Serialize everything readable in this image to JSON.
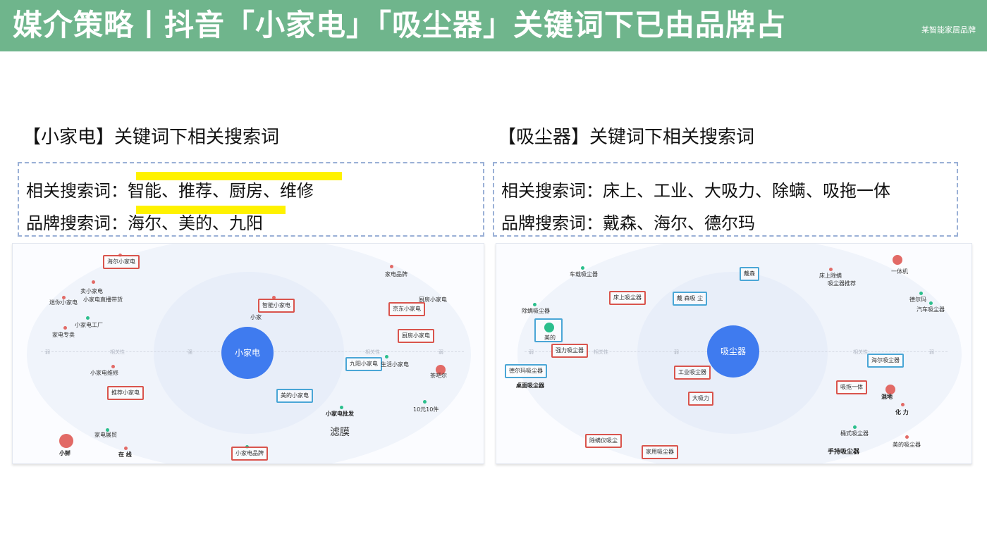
{
  "header": {
    "title": "媒介策略丨抖音「小家电」「吸尘器」关键词下已由品牌占",
    "brand": "某智能家居品牌",
    "bg_color": "#6fb58c"
  },
  "left": {
    "section_title": "【小家电】关键词下相关搜索词",
    "related": "相关搜索词：智能、推荐、厨房、维修",
    "brands": "品牌搜索词：海尔、美的、九阳",
    "hub": "小家电",
    "axis_labels": [
      "弱",
      "相关性",
      "强",
      "相关性",
      "弱"
    ],
    "nodes": [
      "海尔小家电",
      "卖小家电",
      "小家电直播带货",
      "迷你小家电",
      "小家电工厂",
      "家电专卖",
      "智能小家电",
      "小家",
      "家电品牌",
      "京东小家电",
      "厨房小家电",
      "茶吧尔",
      "九阳小家电",
      "生活小家电",
      "小家电维修",
      "美的小家电",
      "推荐小家电",
      "小家电批发",
      "10元10件",
      "滤膜",
      "家电展贸",
      "小家电品牌",
      "小鲜",
      "在 线"
    ]
  },
  "right": {
    "section_title": "【吸尘器】关键词下相关搜索词",
    "related": "相关搜索词：床上、工业、大吸力、除螨、吸拖一体",
    "brands": "品牌搜索词：戴森、海尔、德尔玛",
    "hub": "吸尘器",
    "axis_labels": [
      "弱",
      "相关性",
      "弱",
      "相关性",
      "弱"
    ],
    "nodes": [
      "车载吸尘器",
      "戴森",
      "床上除螨",
      "吸尘器推荐",
      "一体机",
      "床上吸尘器",
      "戴 森吸 尘",
      "除螨吸尘器",
      "德尔玛",
      "汽车吸尘器",
      "美的",
      "强力吸尘器",
      "海尔吸尘器",
      "德尔玛吸尘器",
      "桌面吸尘器",
      "工业吸尘器",
      "吸拖一体",
      "混地",
      "大吸力",
      "化 力",
      "桶式吸尘器",
      "美的吸尘器",
      "除螨仪吸尘",
      "家用吸尘器",
      "手持吸尘器"
    ]
  }
}
